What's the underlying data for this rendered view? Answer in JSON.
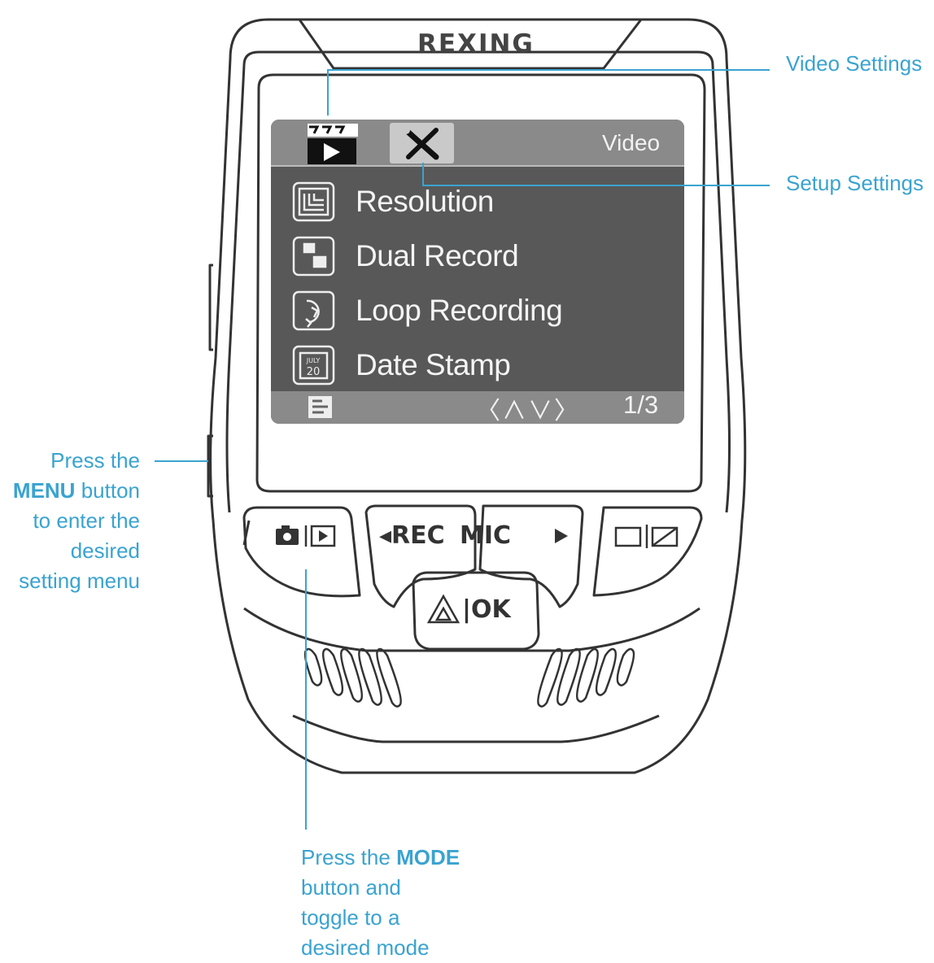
{
  "brand": "REXING",
  "lcd": {
    "title": "Video",
    "tabs": [
      {
        "icon": "video-clapper-icon",
        "active": false
      },
      {
        "icon": "wrench-screwdriver-icon",
        "active": true
      }
    ],
    "items": [
      {
        "label": "Resolution",
        "icon": "resolution-icon"
      },
      {
        "label": "Dual Record",
        "icon": "dual-record-icon"
      },
      {
        "label": "Loop Recording",
        "icon": "loop-recording-icon"
      },
      {
        "label": "Date Stamp",
        "icon": "calendar-icon",
        "icon_text_top": "JULY",
        "icon_text_bottom": "20"
      }
    ],
    "nav_arrows": "〈∧∨〉",
    "page": "1/3"
  },
  "buttons": {
    "rec": "◂REC",
    "mic": "MIC",
    "ok": "|OK"
  },
  "callouts": {
    "video_settings": "Video Settings",
    "setup_settings": "Setup Settings",
    "menu": {
      "pre": "Press the",
      "key": "MENU",
      "post": "button",
      "rest": [
        "to enter the",
        "desired",
        "setting menu"
      ]
    },
    "mode": {
      "pre": "Press the",
      "key": "MODE",
      "rest": [
        "button and",
        "toggle to a",
        "desired mode"
      ]
    }
  },
  "colors": {
    "callout": "#3aa3d0",
    "outline": "#333333",
    "lcd_bg": "#585858",
    "lcd_bar": "#8a8a8a"
  }
}
